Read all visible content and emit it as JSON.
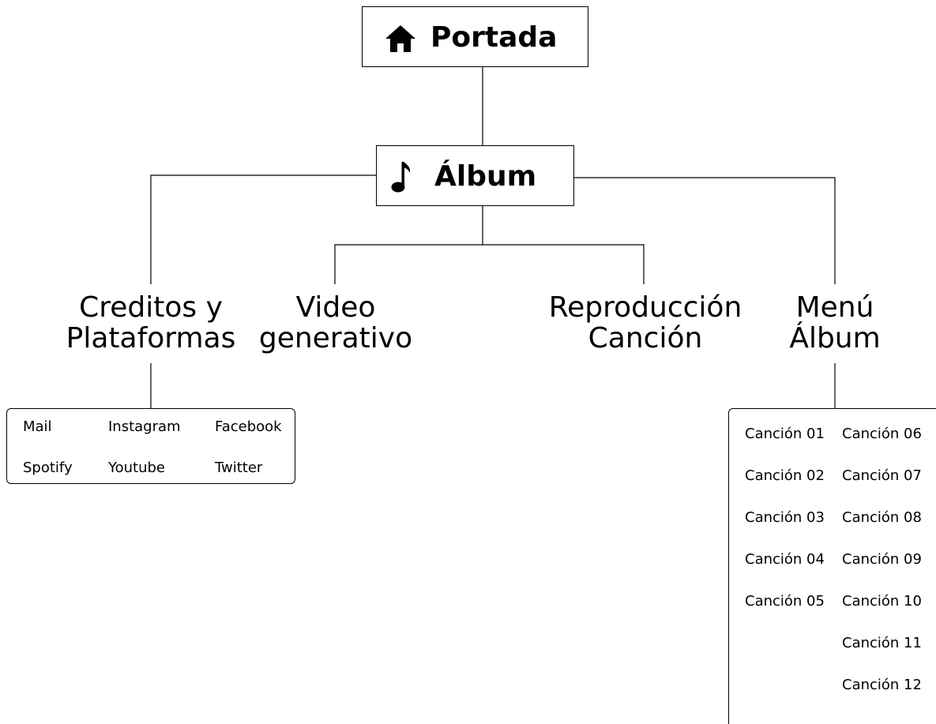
{
  "root": {
    "label": "Portada",
    "icon": "home-icon"
  },
  "album": {
    "label": "Álbum",
    "icon": "music-note-icon"
  },
  "nodes": {
    "creditos": {
      "line1": "Creditos y",
      "line2": "Plataformas"
    },
    "video": {
      "line1": "Video",
      "line2": "generativo"
    },
    "reproduccion": {
      "line1": "Reproducción",
      "line2": "Canción"
    },
    "menu": {
      "line1": "Menú",
      "line2": "Álbum"
    }
  },
  "platforms": [
    "Mail",
    "Instagram",
    "Facebook",
    "Spotify",
    "Youtube",
    "Twitter"
  ],
  "songs": [
    "Canción 01",
    "Canción 02",
    "Canción 03",
    "Canción 04",
    "Canción 05",
    "Canción 06",
    "Canción 07",
    "Canción 08",
    "Canción 09",
    "Canción 10",
    "Canción 11",
    "Canción 12"
  ]
}
